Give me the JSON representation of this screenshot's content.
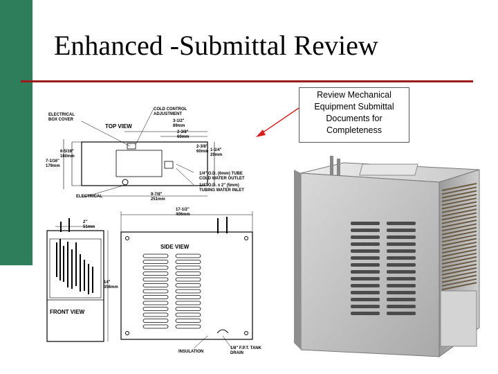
{
  "slide": {
    "title": "Enhanced -Submittal Review",
    "callout": "Review Mechanical Equipment Submittal Documents for Completeness",
    "colors": {
      "sidebar": "#2e7d5b",
      "rule": "#9b1b1b",
      "arrow": "#d62020"
    }
  },
  "drawing": {
    "top_view_title": "TOP VIEW",
    "side_view_title": "SIDE VIEW",
    "front_view_title": "FRONT VIEW",
    "electrical_box_cover": "ELECTRICAL BOX COVER",
    "cold_control": "COLD CONTROL ADJUSTMENT",
    "dim_3_1_2": "3-1/2\" 89mm",
    "dim_2_3_8_a": "2-3/8\" 60mm",
    "dim_2_3_8_b": "2-3/8\" 60mm",
    "dim_1_1_4": "1-1/4\" 29mm",
    "dim_6_5_16": "6-5/16\" 160mm",
    "dim_7_1_16": "7-1/16\" 179mm",
    "tube_outlet": "1/4\" O.D. (6mm) TUBE COLD WATER OUTLET",
    "tube_inlet": "1/4\" O.D. x 2\" (5mm) TUBING WATER INLET",
    "electrical": "ELECTRICAL",
    "dim_9_7_8": "9-7/8\" 251mm",
    "dim_17_1_2": "17-1/2\" 406mm",
    "dim_2": "2\" 51mm",
    "dim_14": "14\" 356mm",
    "insulation": "INSULATION",
    "tank_drain": "1/8\" F.P.T. TANK DRAIN"
  }
}
